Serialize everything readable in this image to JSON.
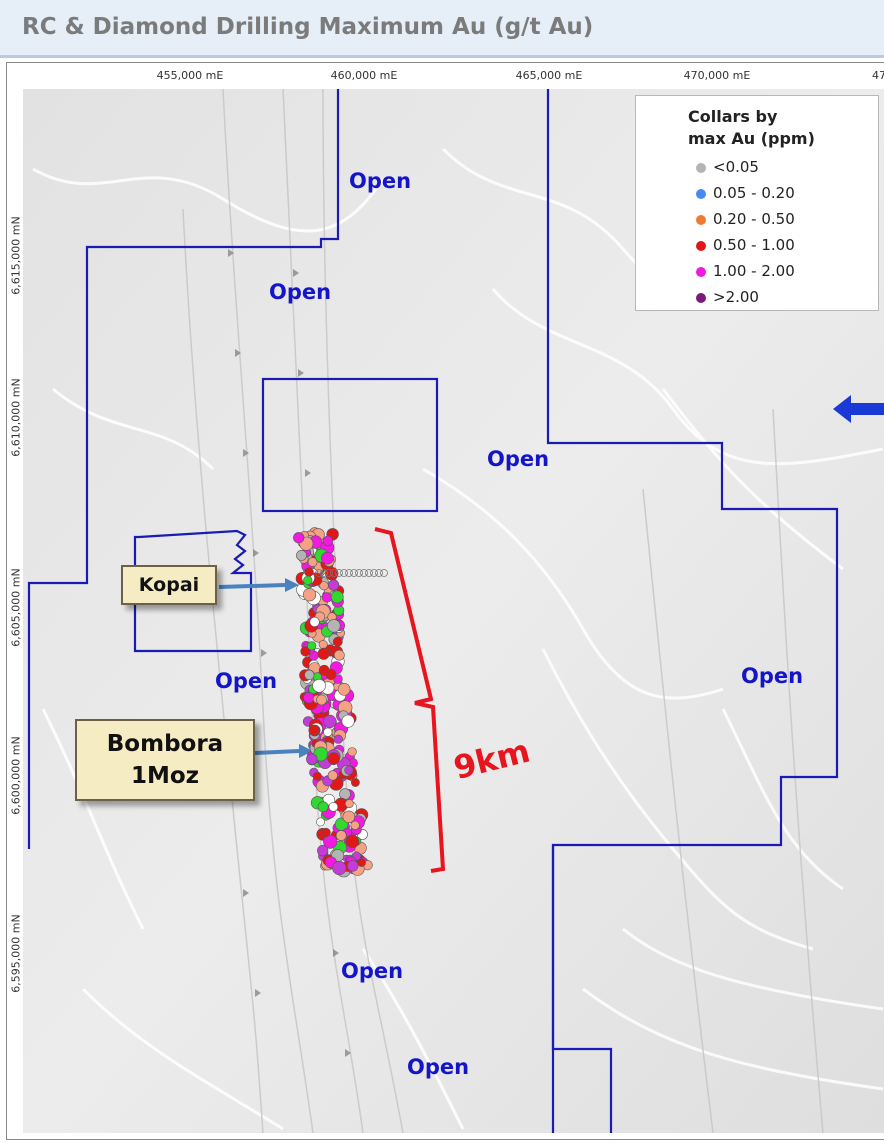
{
  "header": {
    "title": "RC & Diamond Drilling Maximum Au (g/t Au)"
  },
  "axes": {
    "x_ticks": [
      "455,000 mE",
      "460,000 mE",
      "465,000 mE",
      "470,000 mE",
      "47"
    ],
    "y_ticks": [
      "6,615,000 mN",
      "6,610,000 mN",
      "6,605,000 mN",
      "6,600,000 mN",
      "6,595,000 mN"
    ]
  },
  "legend": {
    "title_line1": "Collars by",
    "title_line2": "max Au (ppm)",
    "items": [
      {
        "label": "<0.05",
        "color": "#b4b4b4"
      },
      {
        "label": "0.05 - 0.20",
        "color": "#4a8af0"
      },
      {
        "label": "0.20 - 0.50",
        "color": "#f07a30"
      },
      {
        "label": "0.50 - 1.00",
        "color": "#e01818"
      },
      {
        "label": "1.00 - 2.00",
        "color": "#f01ae0"
      },
      {
        "label": ">2.00",
        "color": "#7a1a7a"
      }
    ]
  },
  "open_labels": [
    "Open",
    "Open",
    "Open",
    "Open",
    "Open",
    "Open",
    "Open"
  ],
  "callouts": {
    "kopai": "Kopai",
    "bombora_line1": "Bombora",
    "bombora_line2": "1Moz"
  },
  "distance_label": "9km",
  "colors": {
    "tenement": "#1a1ab4",
    "bracket": "#e8141e",
    "arrow": "#4a82c0",
    "legend_arrow": "#1a3ad8"
  }
}
